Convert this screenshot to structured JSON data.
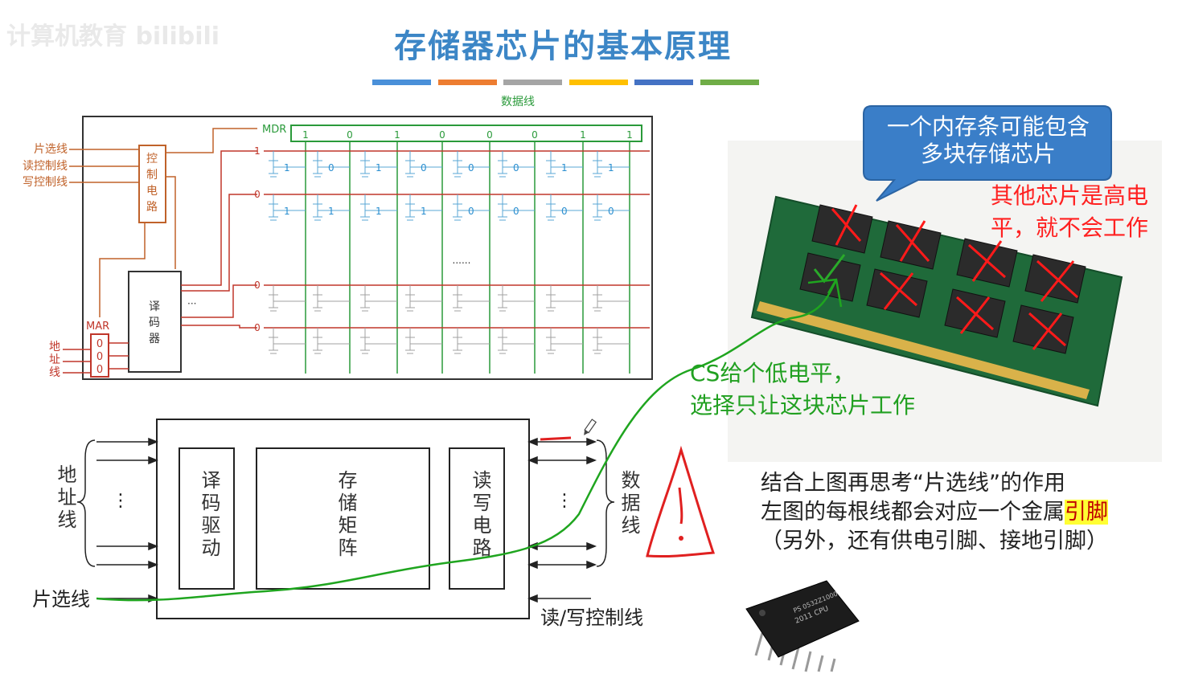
{
  "watermark": "计算机教育 bilibili",
  "title": "存储器芯片的基本原理",
  "color_bars": [
    "#4a90d9",
    "#ed7d31",
    "#a5a5a5",
    "#ffc000",
    "#4472c4",
    "#70ad47"
  ],
  "top_diagram": {
    "data_line_label": "数据线",
    "mdr_label": "MDR",
    "mdr_bits": [
      "1",
      "0",
      "1",
      "0",
      "0",
      "0",
      "1",
      "1"
    ],
    "left_inputs": [
      "片选线",
      "读控制线",
      "写控制线"
    ],
    "control_circuit": "控制电路",
    "decoder": "译码器",
    "decoder_dots": "···",
    "mar_label": "MAR",
    "mar_bits": [
      "0",
      "0",
      "0"
    ],
    "address_line": "地址线",
    "row_levels": [
      "1",
      "0",
      "0",
      "0"
    ],
    "row1_bits": [
      "1",
      "0",
      "1",
      "0",
      "0",
      "0",
      "1",
      "1"
    ],
    "row2_bits": [
      "1",
      "1",
      "1",
      "1",
      "0",
      "0",
      "0",
      "0"
    ],
    "ellipsis": "......"
  },
  "bottom_diagram": {
    "address_line": "地址线",
    "decode_driver": "译码驱动",
    "storage_matrix": "存储矩阵",
    "rw_circuit": "读写电路",
    "data_line": "数据线",
    "chip_select": "片选线",
    "rw_control": "读/写控制线",
    "dots": "⋮"
  },
  "annotations": {
    "bubble": [
      "一个内存条可能包含",
      "多块存储芯片"
    ],
    "other_chips": [
      "其他芯片是高电",
      "平，就不会工作"
    ],
    "cs_note": [
      "CS给个低电平，",
      "选择只让这块芯片工作"
    ],
    "caption_line1": "结合上图再思考“片选线”的作用",
    "caption_line2_a": "左图的每根线都会对应一个金属",
    "caption_line2_b": "引脚",
    "caption_line3": "（另外，还有供电引脚、接地引脚）",
    "warning_mark": "!"
  },
  "ic_chip_label": [
    "PS 0532Z1000",
    "2011 CPU"
  ]
}
